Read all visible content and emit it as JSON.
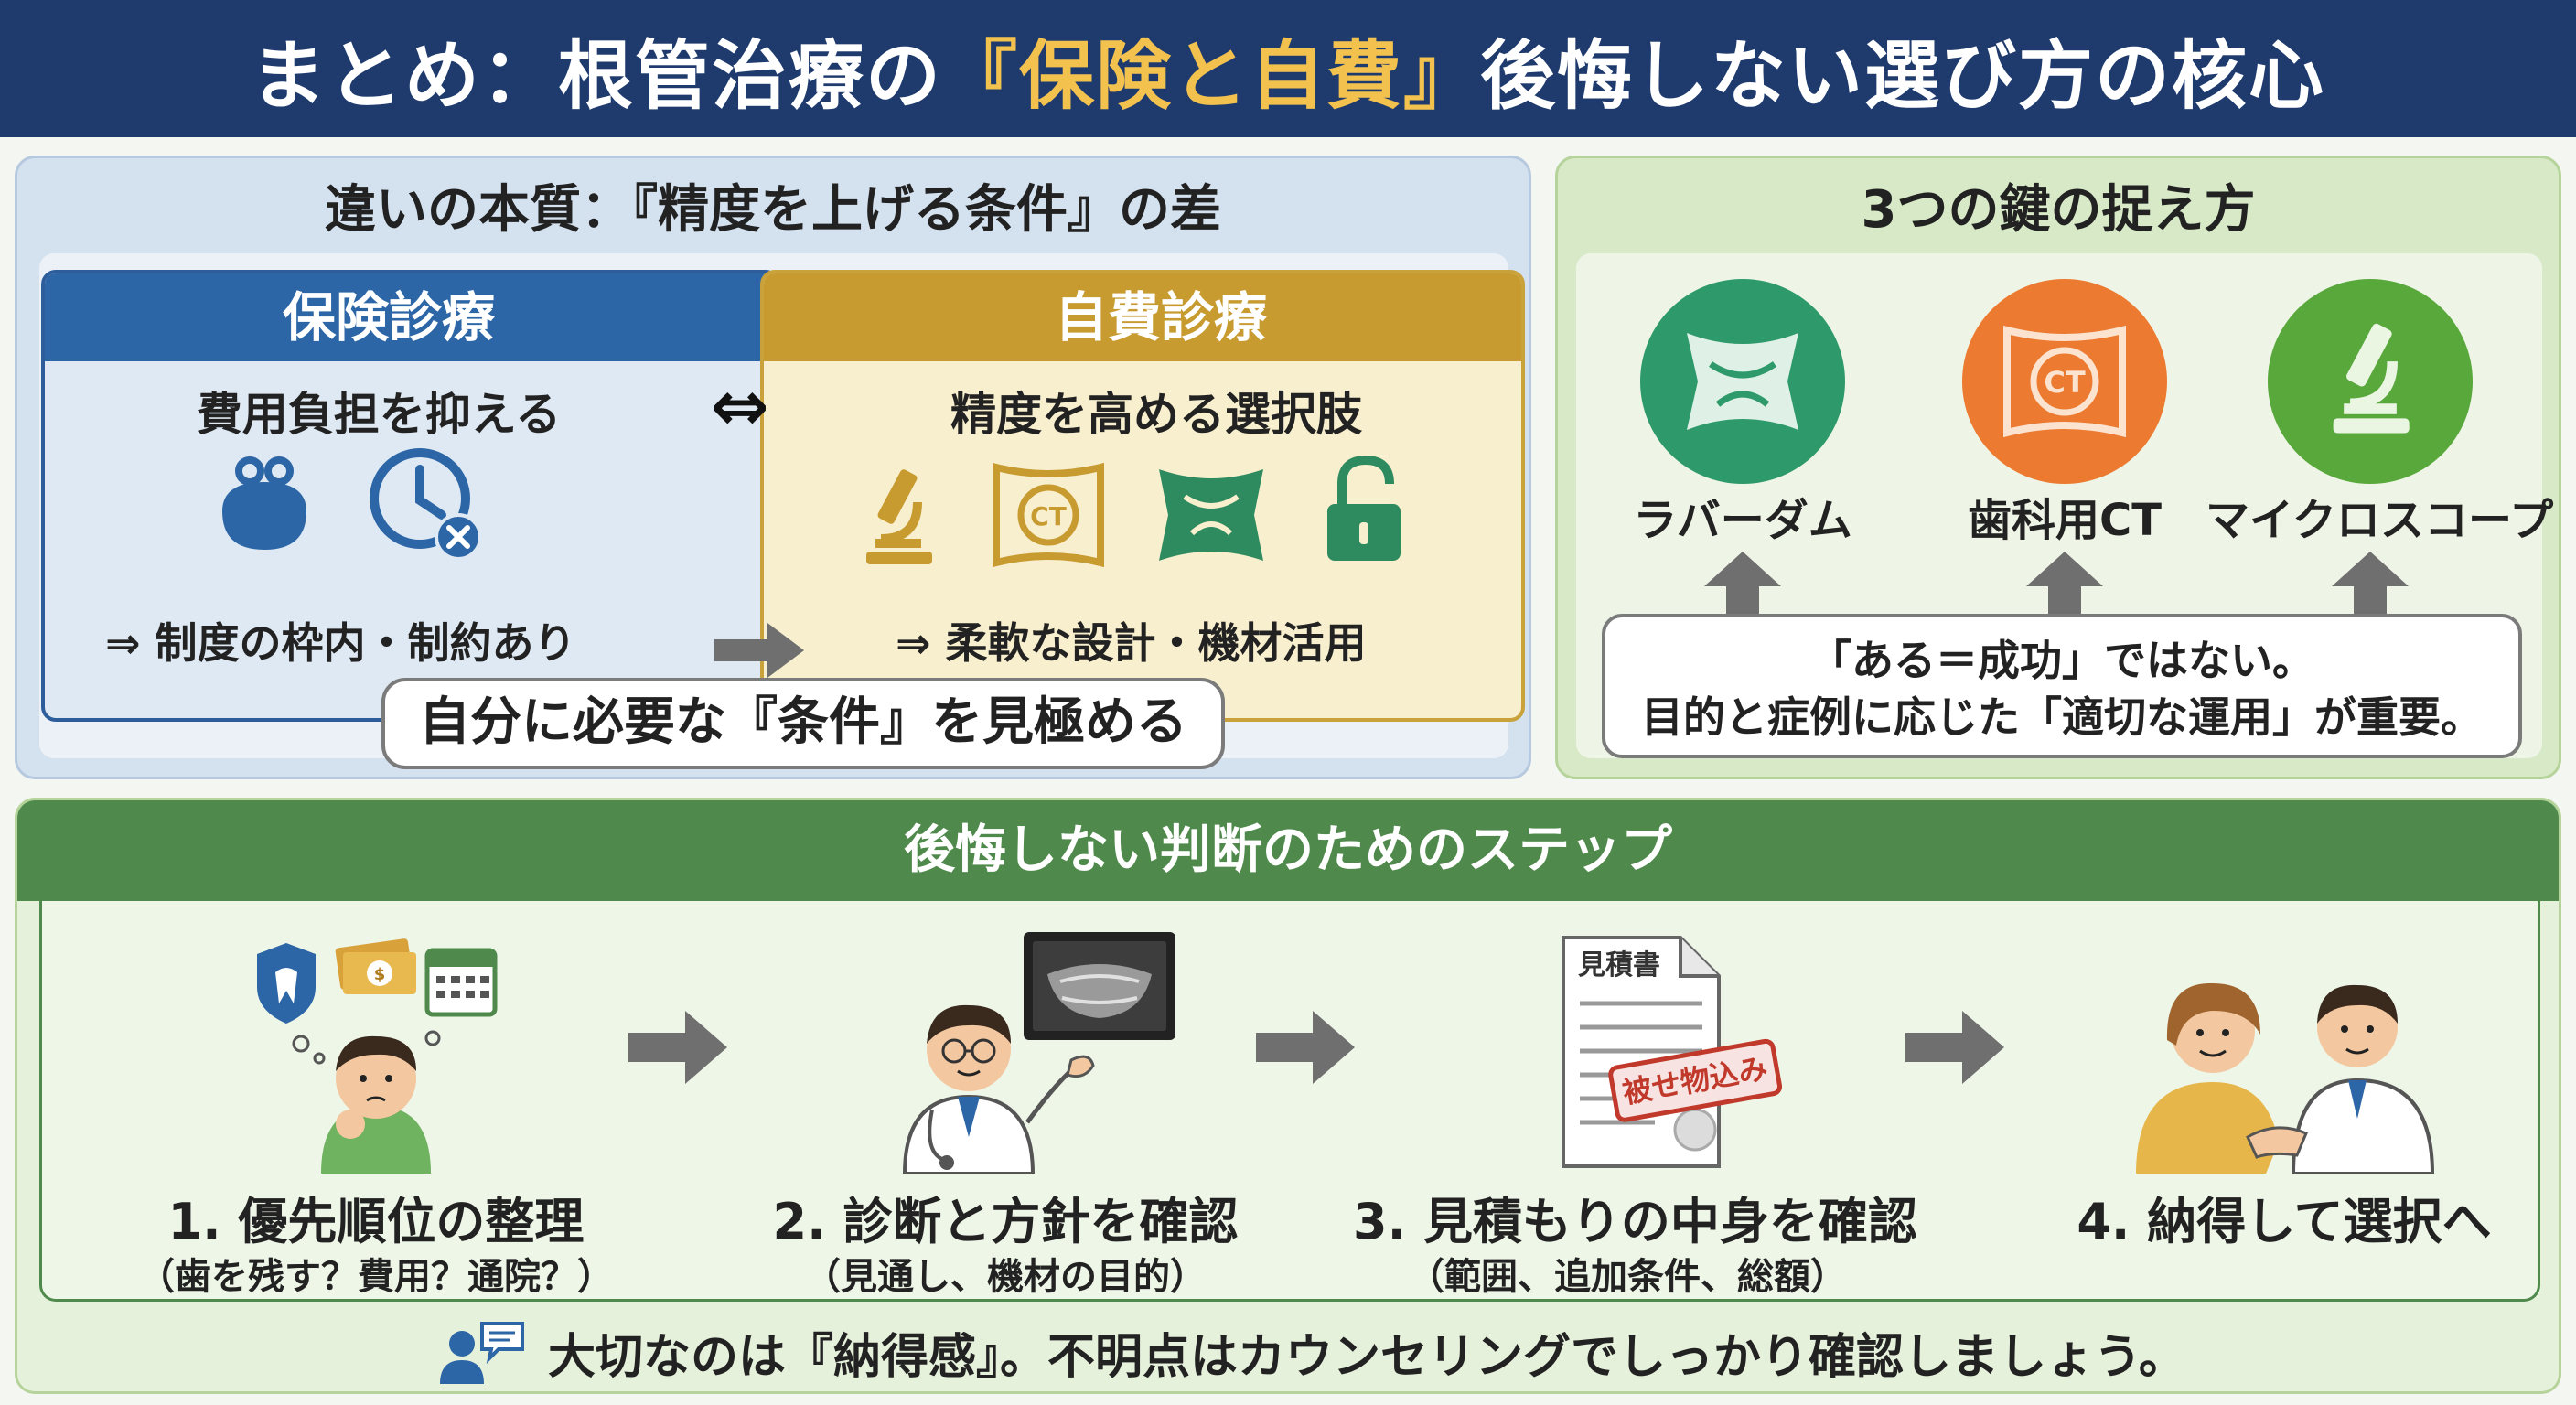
{
  "header": {
    "title_pre": "まとめ：根管治療の",
    "title_highlight": "『保険と自費』",
    "title_post": "後悔しない選び方の核心",
    "bg_color": "#1f3b6e",
    "highlight_color": "#f2c14e"
  },
  "comparison": {
    "title": "違いの本質：『精度を上げる条件』の差",
    "insurance": {
      "heading": "保険診療",
      "subtitle": "費用負担を抑える",
      "note": "⇒ 制度の枠内・制約あり",
      "icons": [
        "coin-purse-icon",
        "clock-x-icon"
      ],
      "color": "#2d66a6"
    },
    "self_pay": {
      "heading": "自費診療",
      "subtitle": "精度を高める選択肢",
      "note": "⇒ 柔軟な設計・機材活用",
      "icons": [
        "microscope-icon",
        "ct-icon",
        "rubber-dam-icon",
        "unlock-icon"
      ],
      "ct_text": "CT",
      "color": "#c79b30"
    },
    "swap_symbol": "⇔",
    "callout": "自分に必要な『条件』を見極める"
  },
  "keys": {
    "title": "3つの鍵の捉え方",
    "items": [
      {
        "label": "ラバーダム",
        "icon": "rubber-dam-icon",
        "color": "#2e9a6b"
      },
      {
        "label": "歯科用CT",
        "icon": "ct-icon",
        "icon_text": "CT",
        "color": "#ec7a30"
      },
      {
        "label": "マイクロスコープ",
        "icon": "microscope-icon",
        "color": "#59a83c"
      }
    ],
    "note_line1": "「ある＝成功」ではない。",
    "note_line2": "目的と症例に応じた「適切な運用」が重要。"
  },
  "steps": {
    "heading": "後悔しない判断のためのステップ",
    "items": [
      {
        "title": "1. 優先順位の整理",
        "sub": "（歯を残す？費用？通院？）",
        "icon": "thinking-person-icon"
      },
      {
        "title": "2. 診断と方針を確認",
        "sub": "（見通し、機材の目的）",
        "icon": "doctor-xray-icon"
      },
      {
        "title": "3. 見積もりの中身を確認",
        "sub": "（範囲、追加条件、総額）",
        "icon": "estimate-document-icon",
        "doc_title": "見積書",
        "stamp": "被せ物込み"
      },
      {
        "title": "4. 納得して選択へ",
        "sub": "",
        "icon": "handshake-icon"
      }
    ],
    "footer": "大切なのは『納得感』。不明点はカウンセリングでしっかり確認しましょう。"
  }
}
